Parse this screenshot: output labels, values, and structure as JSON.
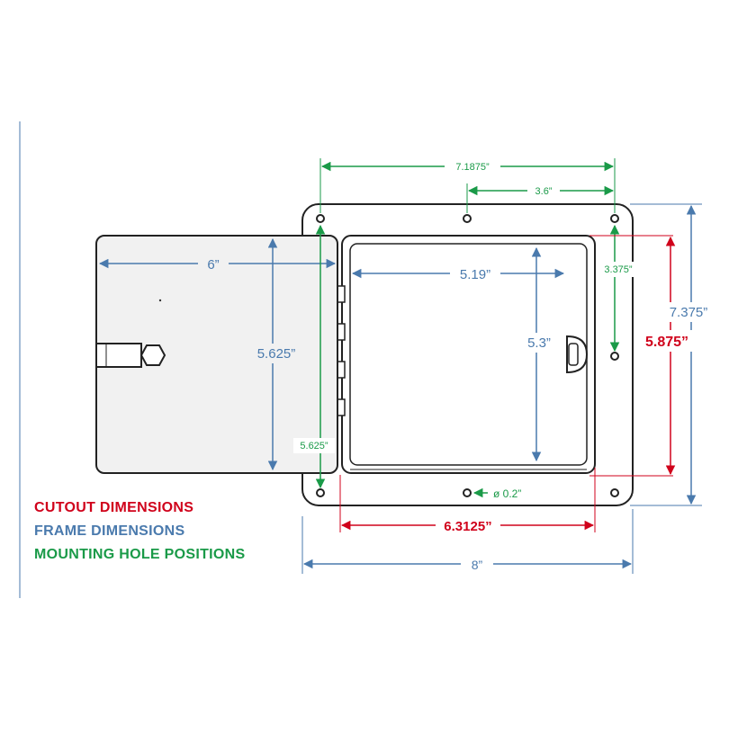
{
  "colors": {
    "cutout": "#d0021b",
    "frame": "#4a7aad",
    "mounting": "#1a9a48",
    "outline": "#222222"
  },
  "dimensions": {
    "door_width": "6”",
    "door_height": "5.625”",
    "opening_width": "5.19”",
    "opening_height": "5.3”",
    "hole_span_horizontal": "7.1875”",
    "hole_offset_right": "3.6”",
    "hole_offset_vertical": "3.375”",
    "hole_span_vertical": "5.625”",
    "hole_diameter": "ø 0.2”",
    "frame_height": "7.375”",
    "frame_width": "8”",
    "cutout_height": "5.875”",
    "cutout_width": "6.3125”"
  },
  "legend": {
    "cutout": "CUTOUT DIMENSIONS",
    "frame": "FRAME DIMENSIONS",
    "mounting": "MOUNTING HOLE POSITIONS"
  }
}
